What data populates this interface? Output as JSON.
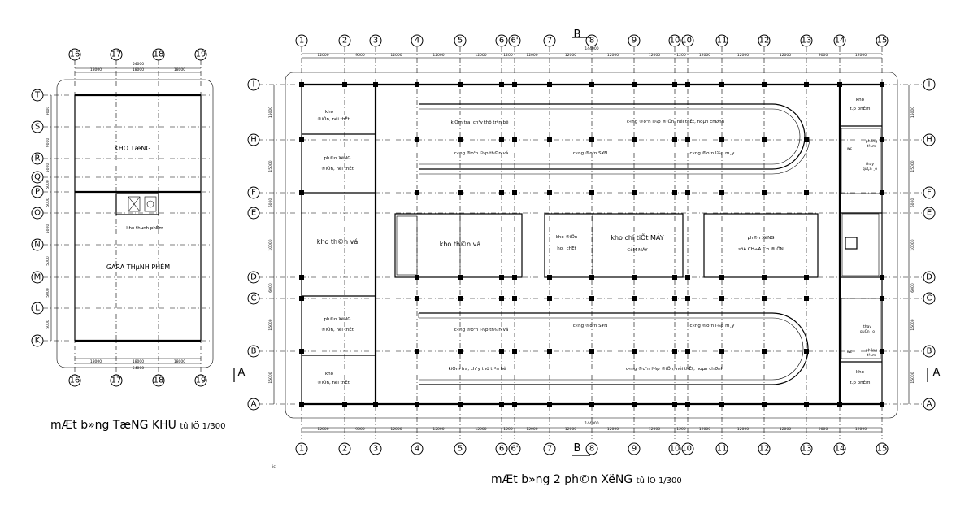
{
  "left_plan": {
    "title": "mÆt b»ng TæNG KHU",
    "scale": "tû lÖ 1/300",
    "top_axes": [
      "16",
      "17",
      "18",
      "19"
    ],
    "bottom_axes": [
      "16",
      "17",
      "18",
      "19"
    ],
    "row_axes": [
      "T",
      "S",
      "R",
      "Q",
      "P",
      "O",
      "N",
      "M",
      "L",
      "K"
    ],
    "dims_x": [
      "18000",
      "18000",
      "18000"
    ],
    "total_x": "54000",
    "dims_y": [
      "9000",
      "9000",
      "5000",
      "5000",
      "5000",
      "5000",
      "5000",
      "5000",
      "5000"
    ],
    "zones": {
      "storage": "KHO TæNG",
      "finished": "GARA THµNH PHÈM",
      "small": "kho thµnh phÈm"
    }
  },
  "main_plan": {
    "title": "mÆt b»ng 2 ph©n X­ëNG",
    "scale": "tû lÖ 1/300",
    "north_mark": "B",
    "section_mark": "A",
    "top_axes": [
      "1",
      "2",
      "3",
      "4",
      "5",
      "6",
      "6'",
      "7",
      "8",
      "9",
      "10",
      "10'",
      "11",
      "12",
      "13",
      "14",
      "15"
    ],
    "bottom_axes": [
      "1",
      "2",
      "3",
      "4",
      "5",
      "6",
      "6'",
      "7",
      "8",
      "9",
      "10",
      "10'",
      "11",
      "12",
      "13",
      "14",
      "15"
    ],
    "row_axes": [
      "I",
      "H",
      "F",
      "E",
      "D",
      "C",
      "B",
      "A"
    ],
    "total_dim": "144000",
    "dims_x": [
      "12000",
      "9000",
      "12000",
      "12000",
      "12000",
      "1200",
      "12000",
      "12000",
      "12000",
      "12000",
      "1200",
      "12000",
      "12000",
      "12000",
      "9000",
      "12000"
    ],
    "dims_y": [
      "15000",
      "15000",
      "6000",
      "10000",
      "6000",
      "15000",
      "15000"
    ],
    "rooms": {
      "kho_top_left": [
        "kho",
        "®iÖn, néi thÊt"
      ],
      "px_top": [
        "ph©n X­ëNG",
        "®iÖn, néi thÊt"
      ],
      "kho_than_vo": "kho th©n vá",
      "px_bottom": [
        "ph©n X­ëNG",
        "®iÖn, néi thÊt"
      ],
      "kho_bottom_left": [
        "kho",
        "®iÖn, néi thÊt"
      ],
      "kho_than_vo_mid": "kho th©n vá",
      "kho_dien": [
        "kho ®iÖn",
        "ho¸ chÊt"
      ],
      "kho_chi_tiet": [
        "kho chi tiÕt MÁY",
        "CôM MÁY"
      ],
      "px_sua_chua": [
        "ph©n X­ëNG",
        "söA CH÷A C¬ ®IÖN"
      ],
      "kho_tp_top": [
        "kho",
        "t.p phÈm"
      ],
      "kho_tp_bottom": [
        "kho",
        "t.p phÈm"
      ],
      "thay_quan_ao": [
        "thay",
        "quÇn ¸o"
      ],
      "phong_tam": [
        "phßng",
        "t¾m"
      ],
      "wc": "wc"
    },
    "line_labels": {
      "top_1": "kiÓm tra, ch¹y thö trªn bê",
      "top_2": "c«ng ®o¹n l¾p ®iÖn, néi thÊt, hoµn chØnh",
      "top_3": "c«ng ®o¹n l¾p th©n vá",
      "top_4": "c«ng ®o¹n S¥N",
      "top_5": "c«ng ®o¹n l¾p m¸y",
      "bot_3": "c«ng ®o¹n l¾p th©n vá",
      "bot_4": "c«ng ®o¹n S¥N",
      "bot_5": "c«ng ®o¹n l¾p m¸y",
      "bot_1": "kiÓm tra, ch¹y thö trªn bê",
      "bot_2": "c«ng ®o¹n l¾p ®iÖn, néi thÊt, hoµn chØnh"
    }
  },
  "stray_mark": "ic"
}
